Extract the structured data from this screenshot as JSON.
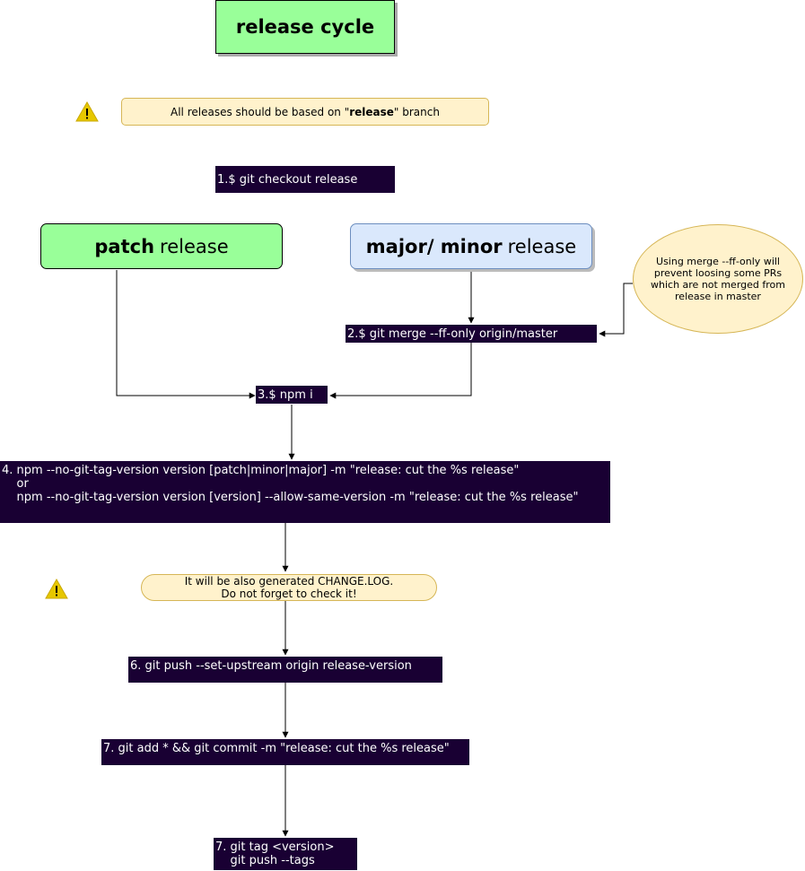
{
  "title": "release cycle",
  "note_top": {
    "prefix": "All releases should be based on \"",
    "bold": "release",
    "suffix": "\" branch"
  },
  "steps": {
    "checkout": "1.$ git checkout release",
    "merge": "2.$ git merge --ff-only origin/master",
    "npm_install": "3.$ npm i",
    "version": "4. npm --no-git-tag-version version [patch|minor|major] -m \"release: cut the %s release\"\n    or\n    npm --no-git-tag-version version [version] --allow-same-version -m \"release: cut the %s release\"",
    "push": "6. git push --set-upstream origin release-version",
    "commit": "7. git add * && git commit -m \"release: cut the %s release\"",
    "tag": "7. git tag <version>\n    git push --tags"
  },
  "patch_release": {
    "bold": "patch",
    "rest": "release"
  },
  "major_minor_release": {
    "bold": "major/ minor",
    "rest": "release"
  },
  "merge_note": "Using merge --ff-only will prevent loosing some PRs which are not merged from release in master",
  "changelog_note": "It will be also generated CHANGE.LOG.\nDo not forget to check it!",
  "colors": {
    "command_bg": "#190033",
    "green_fill": "#99ff99",
    "blue_fill": "#dae8fc",
    "note_fill": "#fff2cc",
    "warning_yellow": "#e6c700"
  },
  "icons": [
    "warning-icon",
    "warning-icon"
  ]
}
